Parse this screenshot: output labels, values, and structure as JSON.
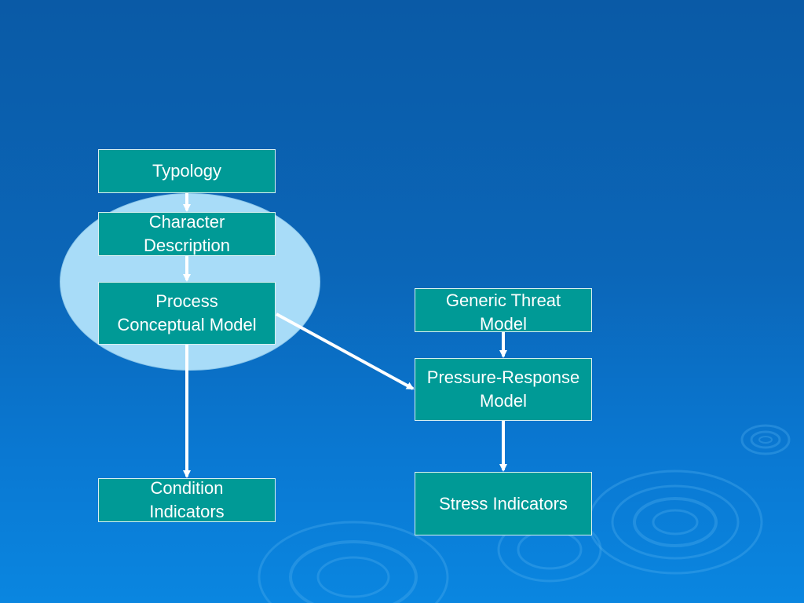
{
  "colors": {
    "background_top": "#0a5aa6",
    "background_bottom": "#0a86e0",
    "box_fill": "#009a96",
    "box_border": "#d8f0f0",
    "ellipse_fill": "#a8dcf8",
    "arrow": "#ffffff",
    "text": "#ffffff"
  },
  "diagram": {
    "nodes": {
      "typology": "Typology",
      "character_description": "Character\nDescription",
      "process_conceptual_model": "Process\nConceptual Model",
      "condition_indicators": "Condition\nIndicators",
      "generic_threat_model": "Generic Threat\nModel",
      "pressure_response_model": "Pressure-Response\nModel",
      "stress_indicators": "Stress Indicators"
    },
    "edges": [
      {
        "from": "typology",
        "to": "character_description"
      },
      {
        "from": "character_description",
        "to": "process_conceptual_model"
      },
      {
        "from": "process_conceptual_model",
        "to": "condition_indicators"
      },
      {
        "from": "process_conceptual_model",
        "to": "pressure_response_model"
      },
      {
        "from": "generic_threat_model",
        "to": "pressure_response_model"
      },
      {
        "from": "pressure_response_model",
        "to": "stress_indicators"
      }
    ]
  }
}
